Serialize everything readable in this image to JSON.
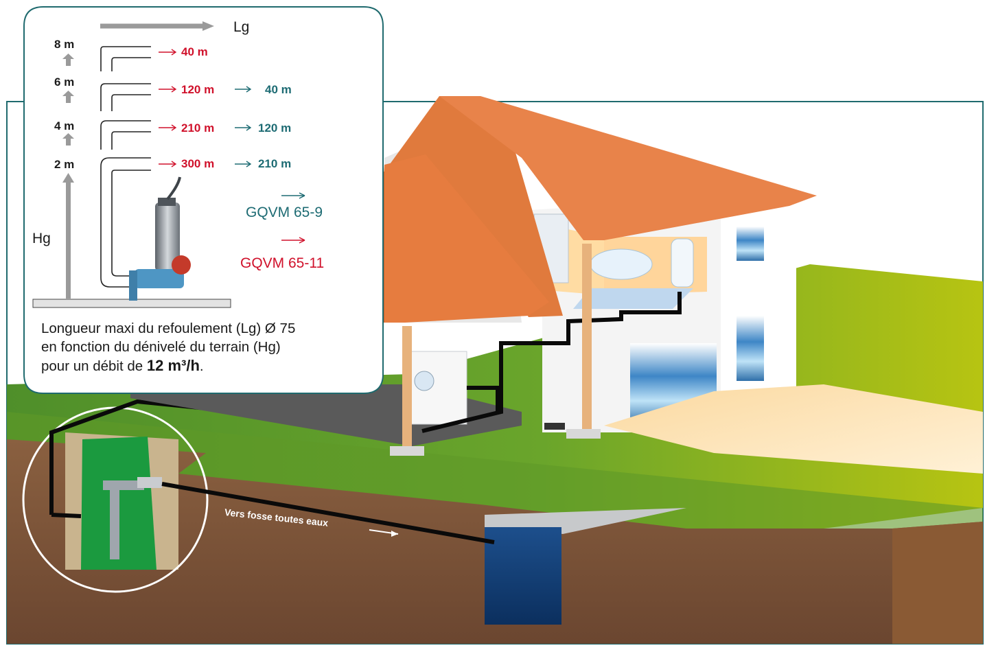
{
  "inset": {
    "lg_label": "Lg",
    "hg_label": "Hg",
    "rows": [
      {
        "height": "8 m",
        "red": "40 m",
        "teal": ""
      },
      {
        "height": "6 m",
        "red": "120 m",
        "teal": "40 m"
      },
      {
        "height": "4 m",
        "red": "210 m",
        "teal": "120 m"
      },
      {
        "height": "2 m",
        "red": "300 m",
        "teal": "210 m"
      }
    ],
    "legend": {
      "teal_model": "GQVM 65-9",
      "red_model": "GQVM 65-11"
    },
    "caption": {
      "line1": "Longueur maxi du refoulement (Lg) Ø 75",
      "line2": "en fonction du dénivelé du terrain (Hg)",
      "line3_prefix": "pour un débit de ",
      "line3_value": "12 m³/h",
      "line3_suffix": "."
    }
  },
  "scene": {
    "septic_label": "Vers fosse toutes eaux"
  },
  "colors": {
    "red": "#d0112b",
    "teal": "#1d6b73",
    "frame": "#1f6a6e",
    "grass": "#6fa528",
    "soil": "#7a5236",
    "roof": "#e07a3d",
    "pump_tank": "#1b9a3f"
  }
}
